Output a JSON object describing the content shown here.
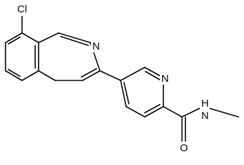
{
  "diagram": {
    "type": "chemical-structure",
    "atoms": {
      "chlorine": "Cl",
      "isoquinoline_nitrogen": "N",
      "pyridine_nitrogen": "N",
      "amide_nitrogen": "N",
      "amide_hydrogen": "H",
      "carbonyl_oxygen": "O"
    },
    "colors": {
      "bond": "#000000",
      "label": "#000000",
      "background": "#ffffff"
    }
  }
}
